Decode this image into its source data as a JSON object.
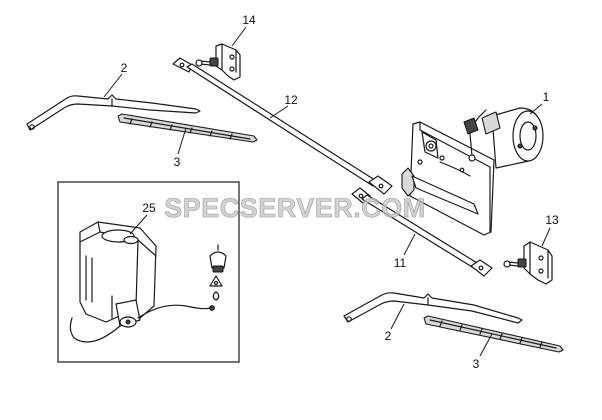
{
  "watermark": "SPECSERVER.COM",
  "callouts": {
    "motor": "1",
    "arm_upper": "2",
    "blade_upper": "3",
    "arm_lower": "2",
    "blade_lower": "3",
    "link_lower": "11",
    "link_upper": "12",
    "bracket_right": "13",
    "bracket_top": "14",
    "washer_kit": "25"
  },
  "colors": {
    "line": "#1a1a1a",
    "part_fill": "#ffffff",
    "shade": "#d9d9d9",
    "watermark": "#c4c4c4"
  }
}
